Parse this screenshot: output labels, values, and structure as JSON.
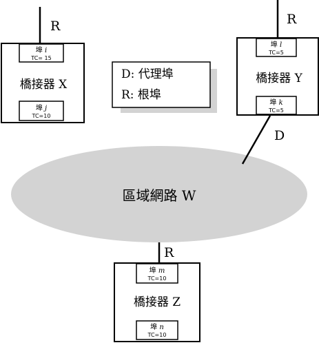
{
  "bridges": {
    "x": {
      "name": "橋接器 X",
      "top_port": {
        "label": "埠 ",
        "id": "i",
        "tc": "TC= 15"
      },
      "bottom_port": {
        "label": "埠 ",
        "id": "j",
        "tc": "TC=10"
      },
      "link_role": "R"
    },
    "y": {
      "name": "橋接器 Y",
      "top_port": {
        "label": "埠 ",
        "id": "l",
        "tc": "TC=5"
      },
      "bottom_port": {
        "label": "埠 ",
        "id": "k",
        "tc": "TC=5"
      },
      "link_role_top": "R",
      "link_role_bottom": "D"
    },
    "z": {
      "name": "橋接器 Z",
      "top_port": {
        "label": "埠 ",
        "id": "m",
        "tc": "TC=10"
      },
      "bottom_port": {
        "label": "埠 ",
        "id": "n",
        "tc": "TC=10"
      },
      "link_role": "R"
    }
  },
  "network": {
    "label": "區域網路 W"
  },
  "legend": {
    "line1": "D: 代理埠",
    "line2": "R: 根埠"
  },
  "colors": {
    "network_fill": "#d3d3d3",
    "legend_shadow": "#d3d3d3",
    "stroke": "#000000"
  }
}
